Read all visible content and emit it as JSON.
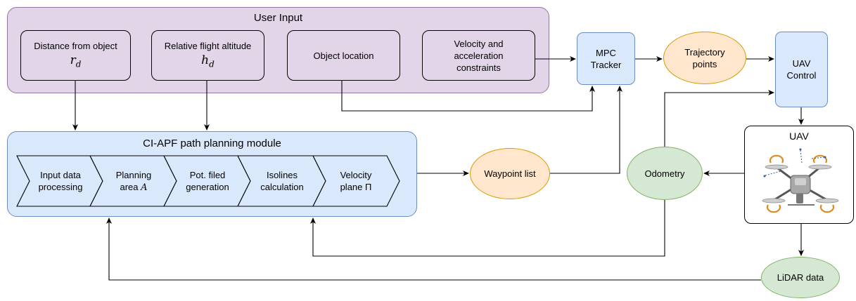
{
  "user_input": {
    "title": "User Input",
    "boxes": [
      {
        "line1": "Distance from object",
        "symbol": "r",
        "sub": "d"
      },
      {
        "line1": "Relative flight altitude",
        "symbol": "h",
        "sub": "d"
      },
      {
        "line1": "Object location"
      },
      {
        "line1": "Velocity and",
        "line2": "acceleration",
        "line3": "constraints"
      }
    ]
  },
  "planning": {
    "title": "CI-APF path planning module",
    "steps": [
      {
        "line1": "Input data",
        "line2": "processing"
      },
      {
        "line1": "Planning",
        "line2": "area",
        "symbol": "A"
      },
      {
        "line1": "Pot. filed",
        "line2": "generation"
      },
      {
        "line1": "Isolines",
        "line2": "calculation"
      },
      {
        "line1": "Velocity",
        "line2": "plane",
        "symbol": "Π"
      }
    ]
  },
  "nodes": {
    "mpc_line1": "MPC",
    "mpc_line2": "Tracker",
    "trajectory_line1": "Trajectory",
    "trajectory_line2": "points",
    "uav_control_line1": "UAV",
    "uav_control_line2": "Control",
    "uav_title": "UAV",
    "odometry": "Odometry",
    "waypoint_list": "Waypoint list",
    "lidar": "LiDAR data"
  },
  "colors": {
    "user_input_fill": "#e1d5e7",
    "user_input_stroke": "#9673a6",
    "module_fill": "#dae8fc",
    "module_stroke": "#6c8ebf",
    "orange_fill": "#ffe6cc",
    "orange_stroke": "#d79b00",
    "green_fill": "#d5e8d4",
    "green_stroke": "#82b366"
  },
  "icons": [
    "drone-quadrotor-icon"
  ]
}
